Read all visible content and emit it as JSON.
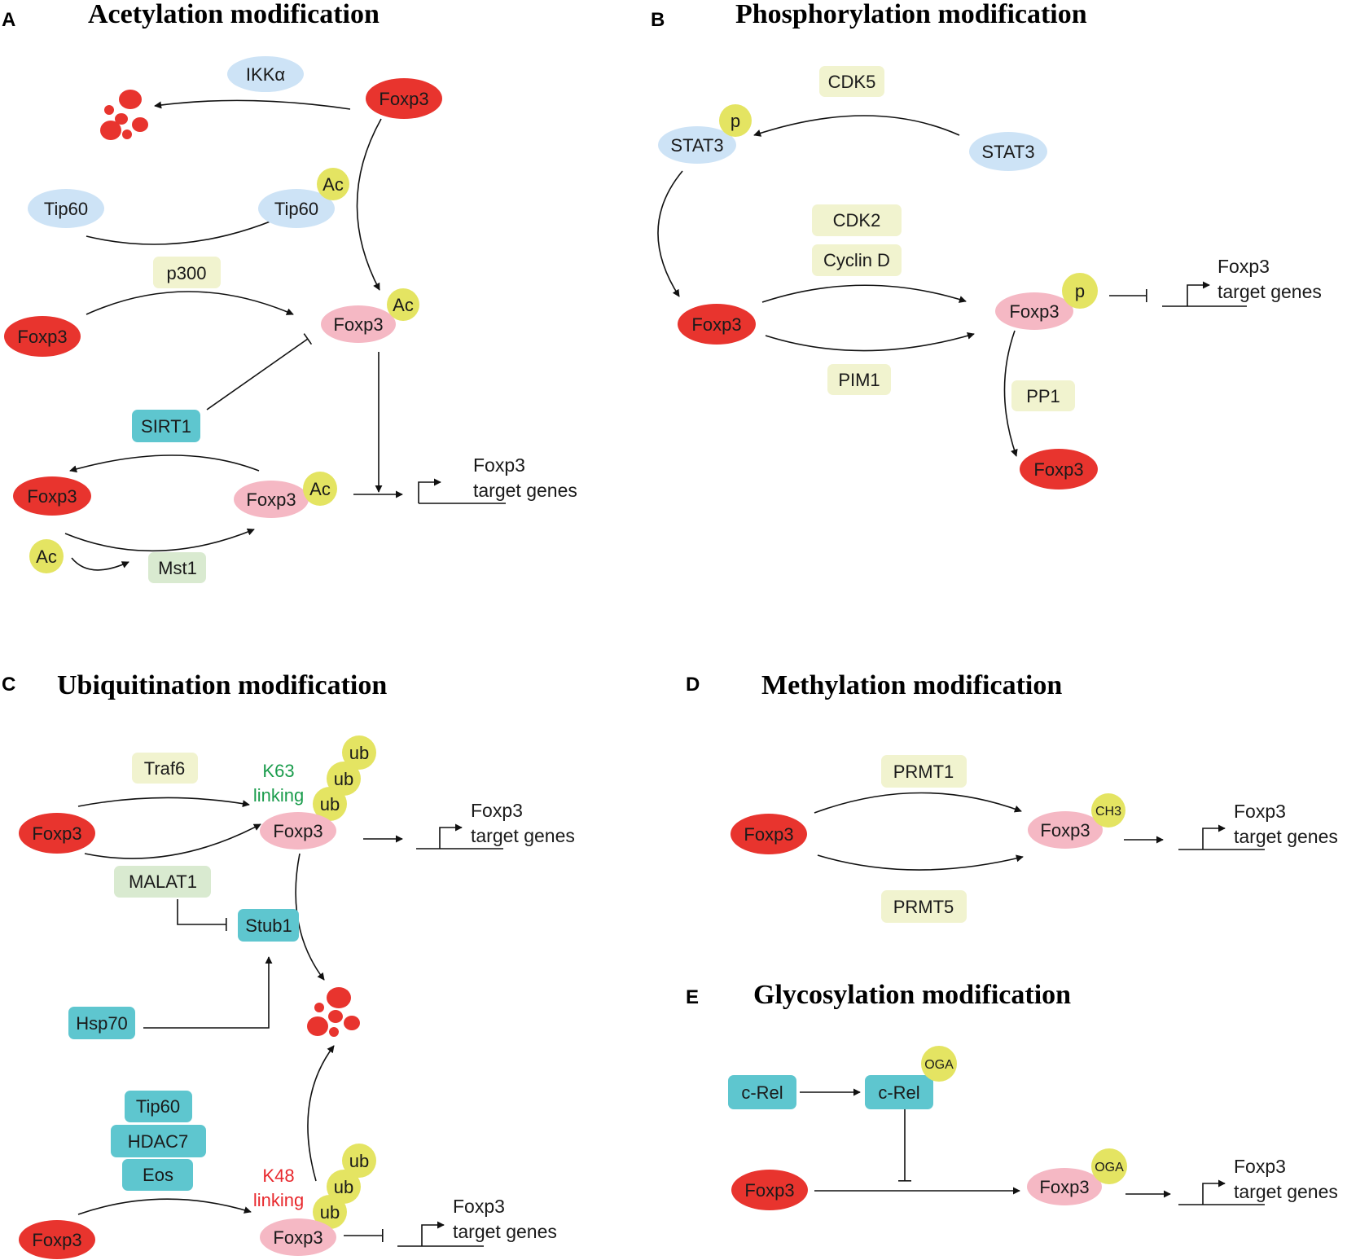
{
  "panels": {
    "a": {
      "letter": "A",
      "title": "Acetylation modification"
    },
    "b": {
      "letter": "B",
      "title": "Phosphorylation modification"
    },
    "c": {
      "letter": "C",
      "title": "Ubiquitination modification"
    },
    "d": {
      "letter": "D",
      "title": "Methylation modification"
    },
    "e": {
      "letter": "E",
      "title": "Glycosylation modification"
    }
  },
  "labels": {
    "foxp3": "Foxp3",
    "ac": "Ac",
    "p": "p",
    "ub": "ub",
    "ch3": "CH3",
    "oga": "OGA",
    "target_line1": "Foxp3",
    "target_line2": "target genes",
    "ikka": "IKKα",
    "tip60": "Tip60",
    "p300": "p300",
    "sirt1": "SIRT1",
    "mst1": "Mst1",
    "cdk5": "CDK5",
    "stat3": "STAT3",
    "cdk2": "CDK2",
    "cyclind": "Cyclin D",
    "pim1": "PIM1",
    "pp1": "PP1",
    "traf6": "Traf6",
    "k63_line1": "K63",
    "k63_line2": "linking",
    "k48_line1": "K48",
    "k48_line2": "linking",
    "malat1": "MALAT1",
    "stub1": "Stub1",
    "hsp70": "Hsp70",
    "hdac7": "HDAC7",
    "eos": "Eos",
    "prmt1": "PRMT1",
    "prmt5": "PRMT5",
    "crel": "c-Rel"
  },
  "colors": {
    "foxp3_red": "#e8342e",
    "foxp3_pink": "#f5b8c4",
    "modifier_yellow": "#e4e462",
    "enzyme_pale": "#f1f3cf",
    "enzyme_green": "#d9ead0",
    "protein_blue": "#cde3f6",
    "protein_teal": "#5ec6cf"
  }
}
